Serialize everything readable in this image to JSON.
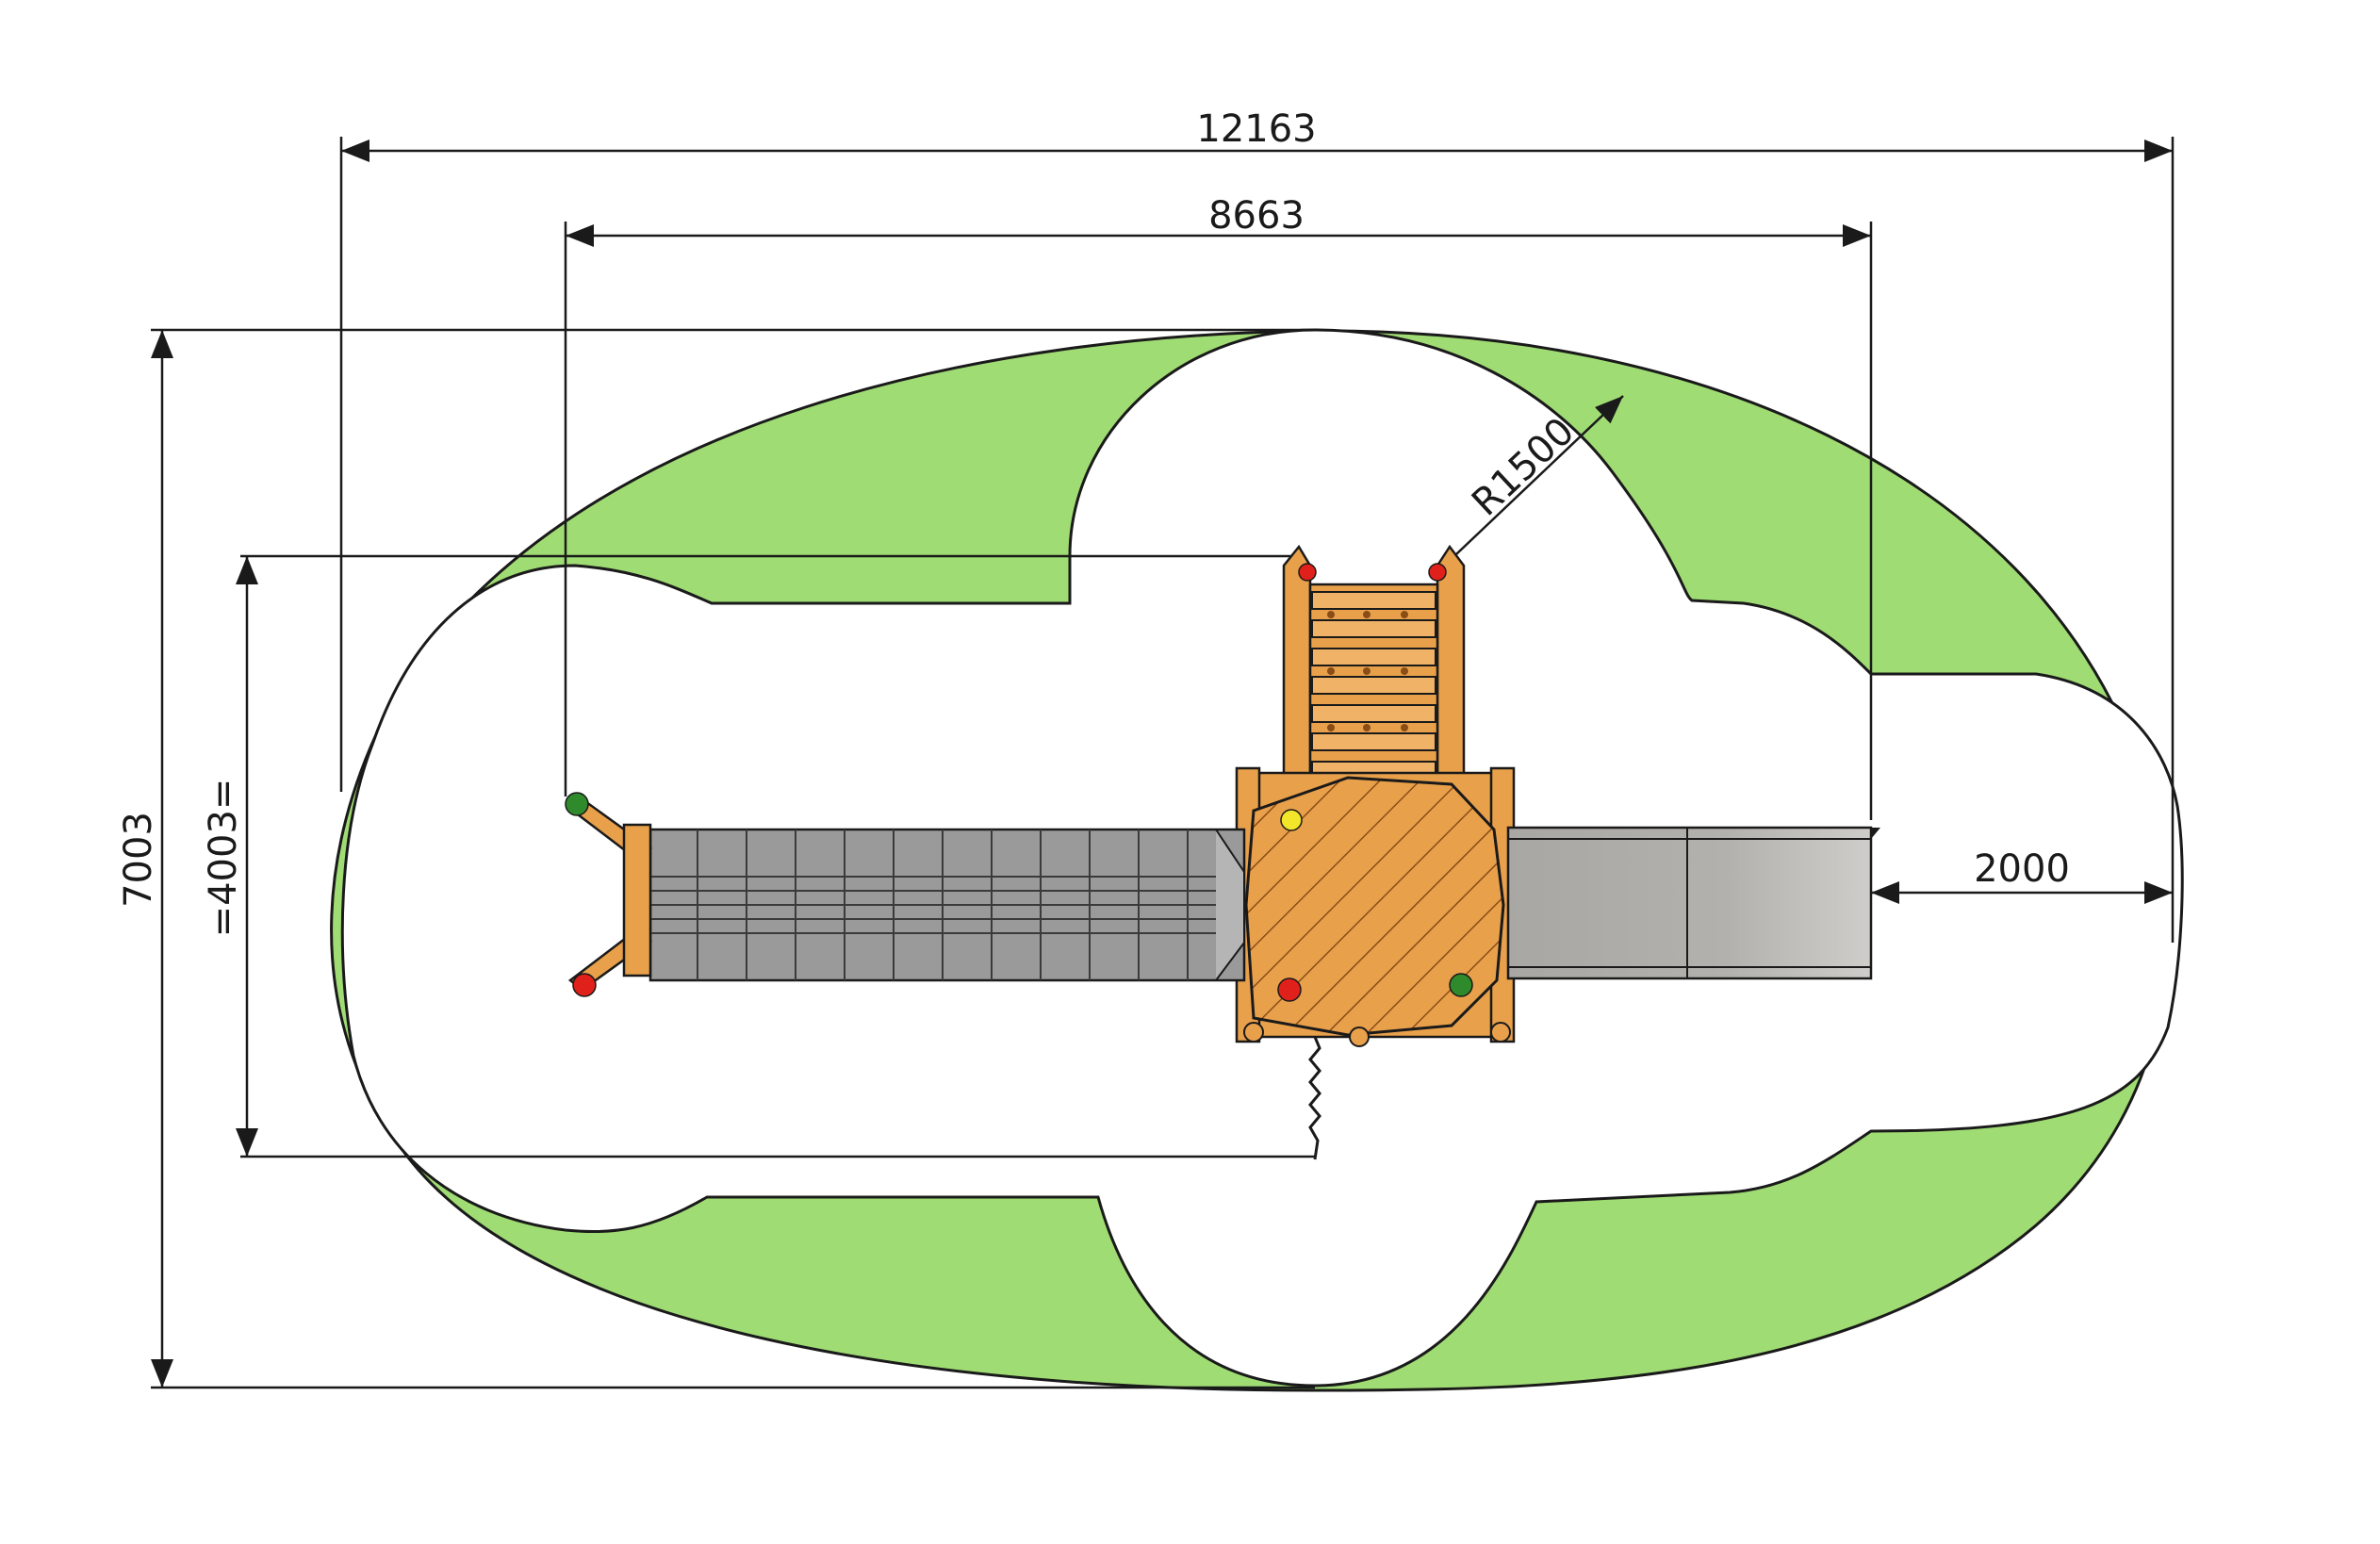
{
  "dimensions": {
    "overall_width": "12163",
    "inner_width": "8663",
    "overall_height": "7003",
    "inner_height": "=4003=",
    "radius": "R1500",
    "slide_clearance": "2000"
  },
  "colors": {
    "safety_zone": "#a0dc74",
    "timber": "#e9a04b",
    "timber_dark": "#b46a22",
    "net": "#9a9a9a",
    "slide": "#b9b7b3",
    "line": "#1a1a1a",
    "knob_red": "#e0201b",
    "knob_green": "#2f8a2b",
    "knob_yellow": "#f2e52a"
  }
}
